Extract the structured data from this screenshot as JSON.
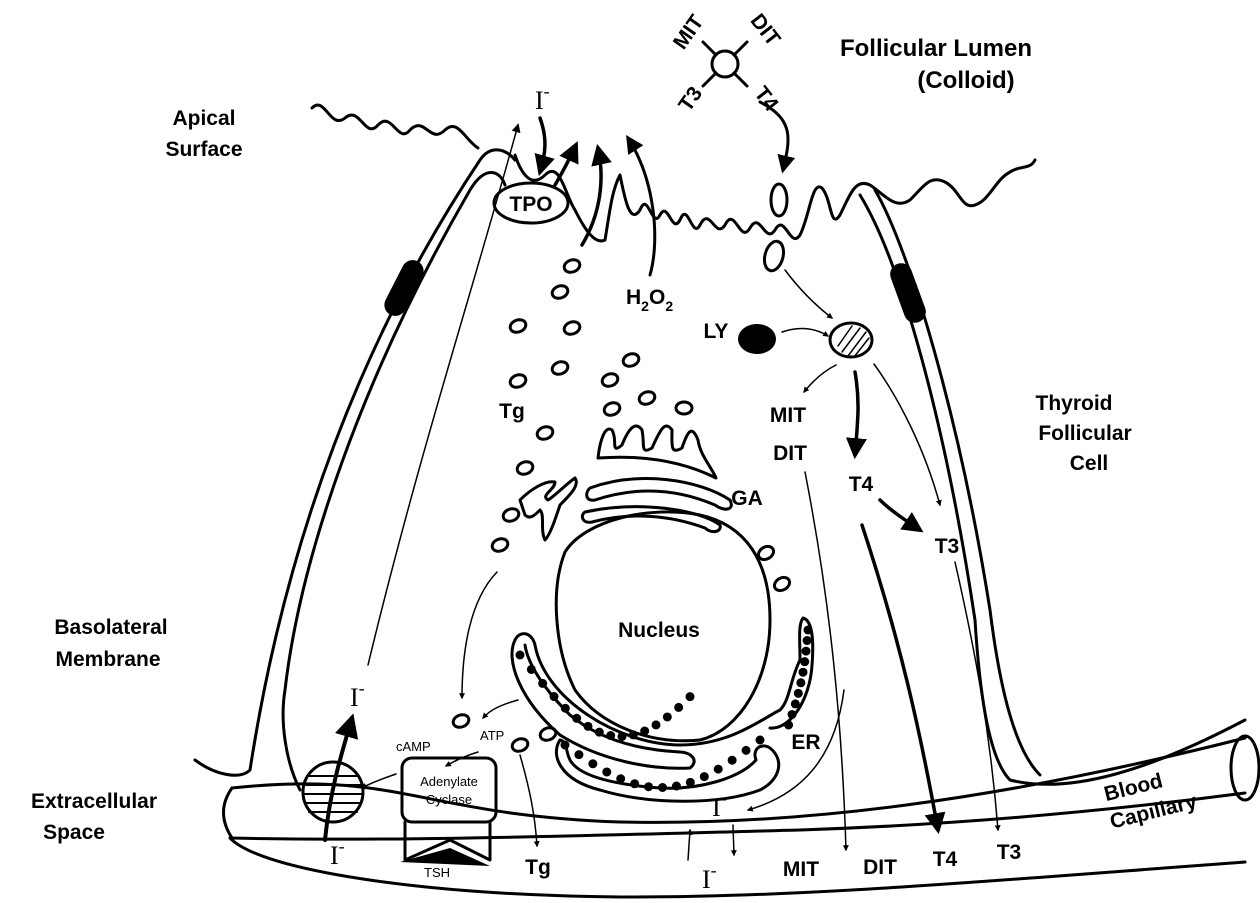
{
  "labels": {
    "follicular_lumen": "Follicular Lumen",
    "colloid": "(Colloid)",
    "apical": "Apical",
    "surface": "Surface",
    "thyroid": "Thyroid",
    "follicular": "Follicular",
    "cell": "Cell",
    "basolateral": "Basolateral",
    "membrane": "Membrane",
    "extracellular": "Extracellular",
    "space": "Space",
    "blood": "Blood",
    "capillary": "Capillary",
    "nucleus": "Nucleus",
    "ga": "GA",
    "er": "ER",
    "ly": "LY",
    "tpo": "TPO",
    "h2o2_h": "H",
    "h2o2_2a": "2",
    "h2o2_o": "O",
    "h2o2_2b": "2",
    "tg_cell": "Tg",
    "tg_blood": "Tg",
    "mit_cell": "MIT",
    "dit_cell": "DIT",
    "t4_cell": "T4",
    "t3_cell": "T3",
    "mit_blood": "MIT",
    "dit_blood": "DIT",
    "t4_blood": "T4",
    "t3_blood": "T3",
    "tg_mol_mit": "MIT",
    "tg_mol_dit": "DIT",
    "tg_mol_t3": "T3",
    "tg_mol_t4": "T4",
    "iodide": "I",
    "iodide_charge": "-",
    "camp": "cAMP",
    "atp": "ATP",
    "adenylate": "Adenylate",
    "cyclase": "Cyclase",
    "tsh": "TSH"
  }
}
